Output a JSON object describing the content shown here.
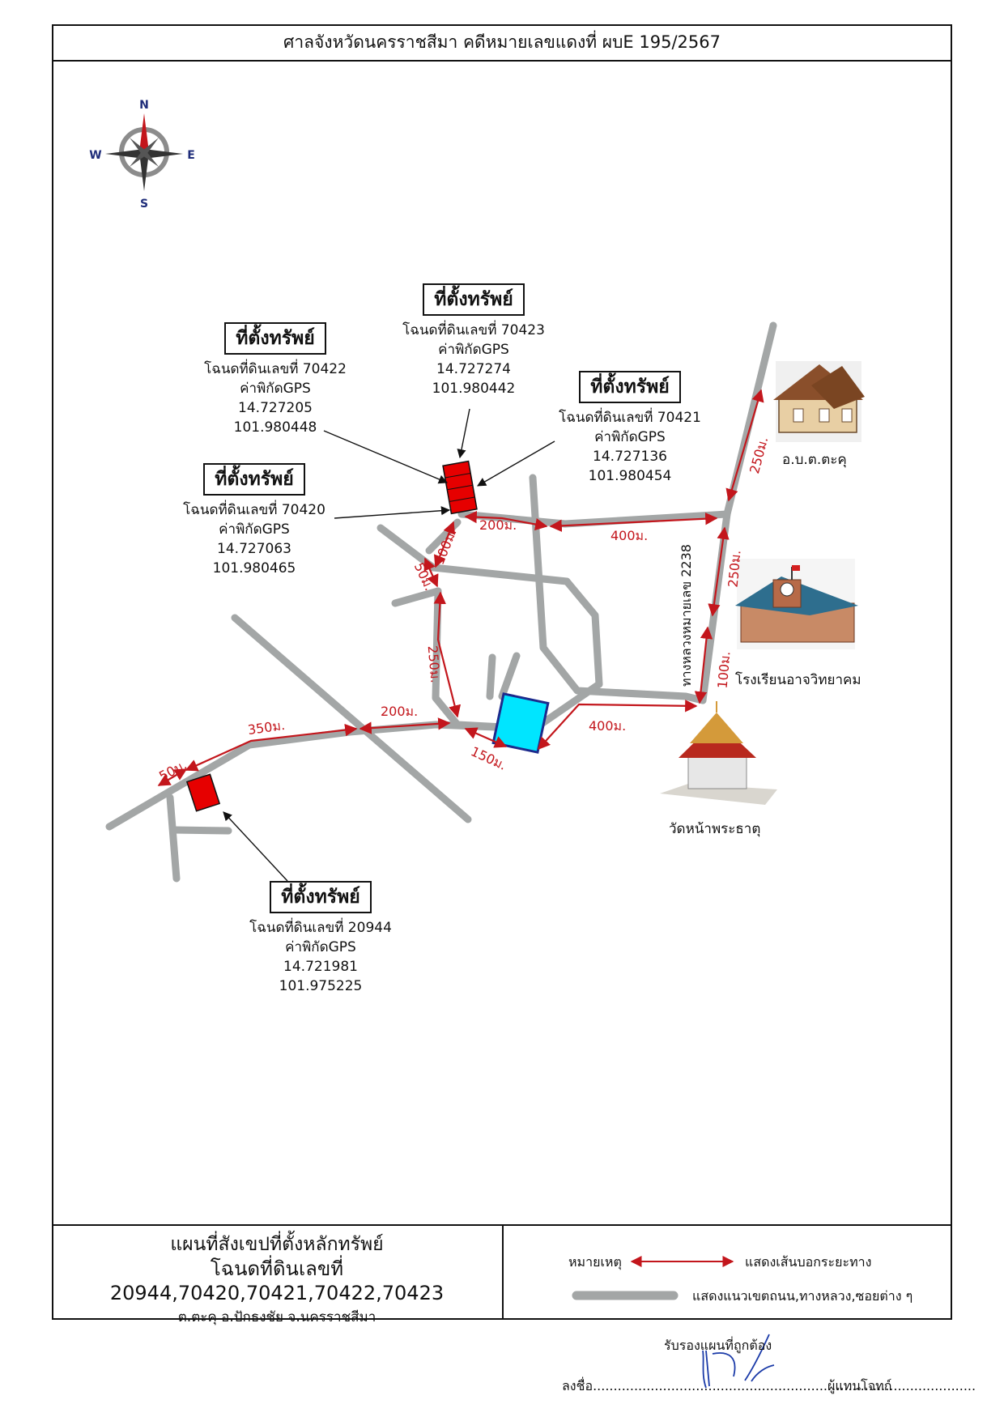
{
  "header": {
    "title": "ศาลจังหวัดนครราชสีมา คดีหมายเลขแดงที่ ผบE 195/2567"
  },
  "compass": {
    "n": "N",
    "s": "S",
    "e": "E",
    "w": "W"
  },
  "properties": [
    {
      "heading": "ที่ตั้งทรัพย์",
      "deed": "โฉนดที่ดินเลขที่ 70423",
      "gps_label": "ค่าพิกัดGPS",
      "lat": "14.727274",
      "lon": "101.980442"
    },
    {
      "heading": "ที่ตั้งทรัพย์",
      "deed": "โฉนดที่ดินเลขที่ 70422",
      "gps_label": "ค่าพิกัดGPS",
      "lat": "14.727205",
      "lon": "101.980448"
    },
    {
      "heading": "ที่ตั้งทรัพย์",
      "deed": "โฉนดที่ดินเลขที่ 70421",
      "gps_label": "ค่าพิกัดGPS",
      "lat": "14.727136",
      "lon": "101.980454"
    },
    {
      "heading": "ที่ตั้งทรัพย์",
      "deed": "โฉนดที่ดินเลขที่ 70420",
      "gps_label": "ค่าพิกัดGPS",
      "lat": "14.727063",
      "lon": "101.980465"
    },
    {
      "heading": "ที่ตั้งทรัพย์",
      "deed": "โฉนดที่ดินเลขที่ 20944",
      "gps_label": "ค่าพิกัดGPS",
      "lat": "14.721981",
      "lon": "101.975225"
    }
  ],
  "distances": {
    "d1": "250ม.",
    "d2": "250ม.",
    "d3": "100ม.",
    "d4": "400ม.",
    "d5": "200ม.",
    "d6": "100ม.",
    "d7": "50ม.",
    "d8": "250ม.",
    "d9": "200ม.",
    "d10": "350ม.",
    "d11": "50ม.",
    "d12": "150ม.",
    "d13": "400ม."
  },
  "road_name": "ทางหลวงหมายเลข 2238",
  "landmarks": {
    "tao": "อ.บ.ต.ตะคุ",
    "school": "โรงเรียนอาจวิทยาคม",
    "temple": "วัดหน้าพระธาตุ"
  },
  "footer": {
    "title_line1": "แผนที่สังเขปที่ตั้งหลักทรัพย์",
    "title_line2": "โฉนดที่ดินเลขที่ 20944,70420,70421,70422,70423",
    "title_line3": "ต.ตะคุ  อ.ปักธงชัย  จ.นครราชสีมา"
  },
  "legend": {
    "label": "หมายเหตุ",
    "arrow_desc": "แสดงเส้นบอกระยะทาง",
    "road_desc": "แสดงแนวเขตถนน,ทางหลวง,ซอยต่าง ๆ"
  },
  "signature": {
    "certify": "รับรองแผนที่ถูกต้อง",
    "sign_label": "ลงชื่อ.............................................................................................",
    "role": "ผู้แทนโจทก์"
  },
  "colors": {
    "road": "#a3a6a6",
    "distance": "#c3161c",
    "parcel": "#e60000",
    "pond": "#00e5ff"
  }
}
